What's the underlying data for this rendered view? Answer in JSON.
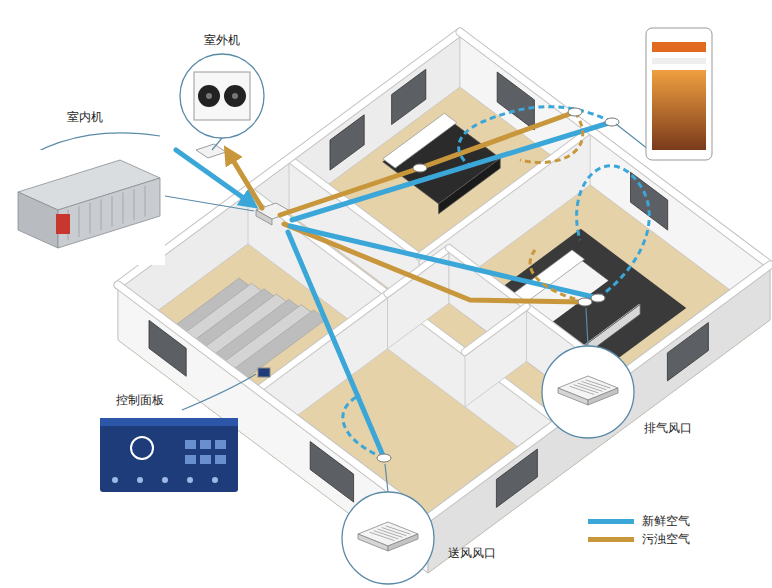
{
  "diagram": {
    "nodes": [
      {
        "text": [
          "室外机"
        ]
      },
      {
        "text": [
          "室内机"
        ]
      },
      {
        "text": [
          "控制面板"
        ]
      },
      {
        "text": [
          "排气风口"
        ]
      },
      {
        "text": [
          "送风风口"
        ]
      }
    ],
    "legend": [
      {
        "text": "新鲜空气",
        "color": "#3ba6d8"
      },
      {
        "text": "污浊空气",
        "color": "#c8973c"
      }
    ]
  }
}
